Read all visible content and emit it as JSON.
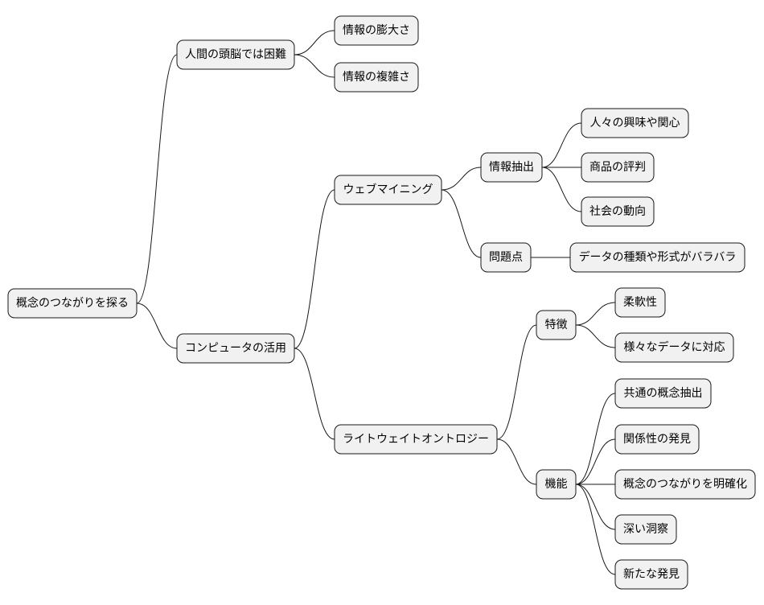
{
  "nodes": {
    "root": "概念のつながりを探る",
    "difficult": "人間の頭脳では困難",
    "info_volume": "情報の膨大さ",
    "info_complexity": "情報の複雑さ",
    "computer_use": "コンピュータの活用",
    "web_mining": "ウェブマイニング",
    "info_extraction": "情報抽出",
    "interests": "人々の興味や関心",
    "reviews": "商品の評判",
    "social_trends": "社会の動向",
    "problems": "問題点",
    "data_disparity": "データの種類や形式がバラバラ",
    "lightweight_ontology": "ライトウェイトオントロジー",
    "features": "特徴",
    "flexibility": "柔軟性",
    "data_support": "様々なデータに対応",
    "functions": "機能",
    "common_concepts": "共通の概念抽出",
    "relation_discovery": "関係性の発見",
    "clarify_links": "概念のつながりを明確化",
    "deep_insight": "深い洞察",
    "new_discovery": "新たな発見"
  }
}
